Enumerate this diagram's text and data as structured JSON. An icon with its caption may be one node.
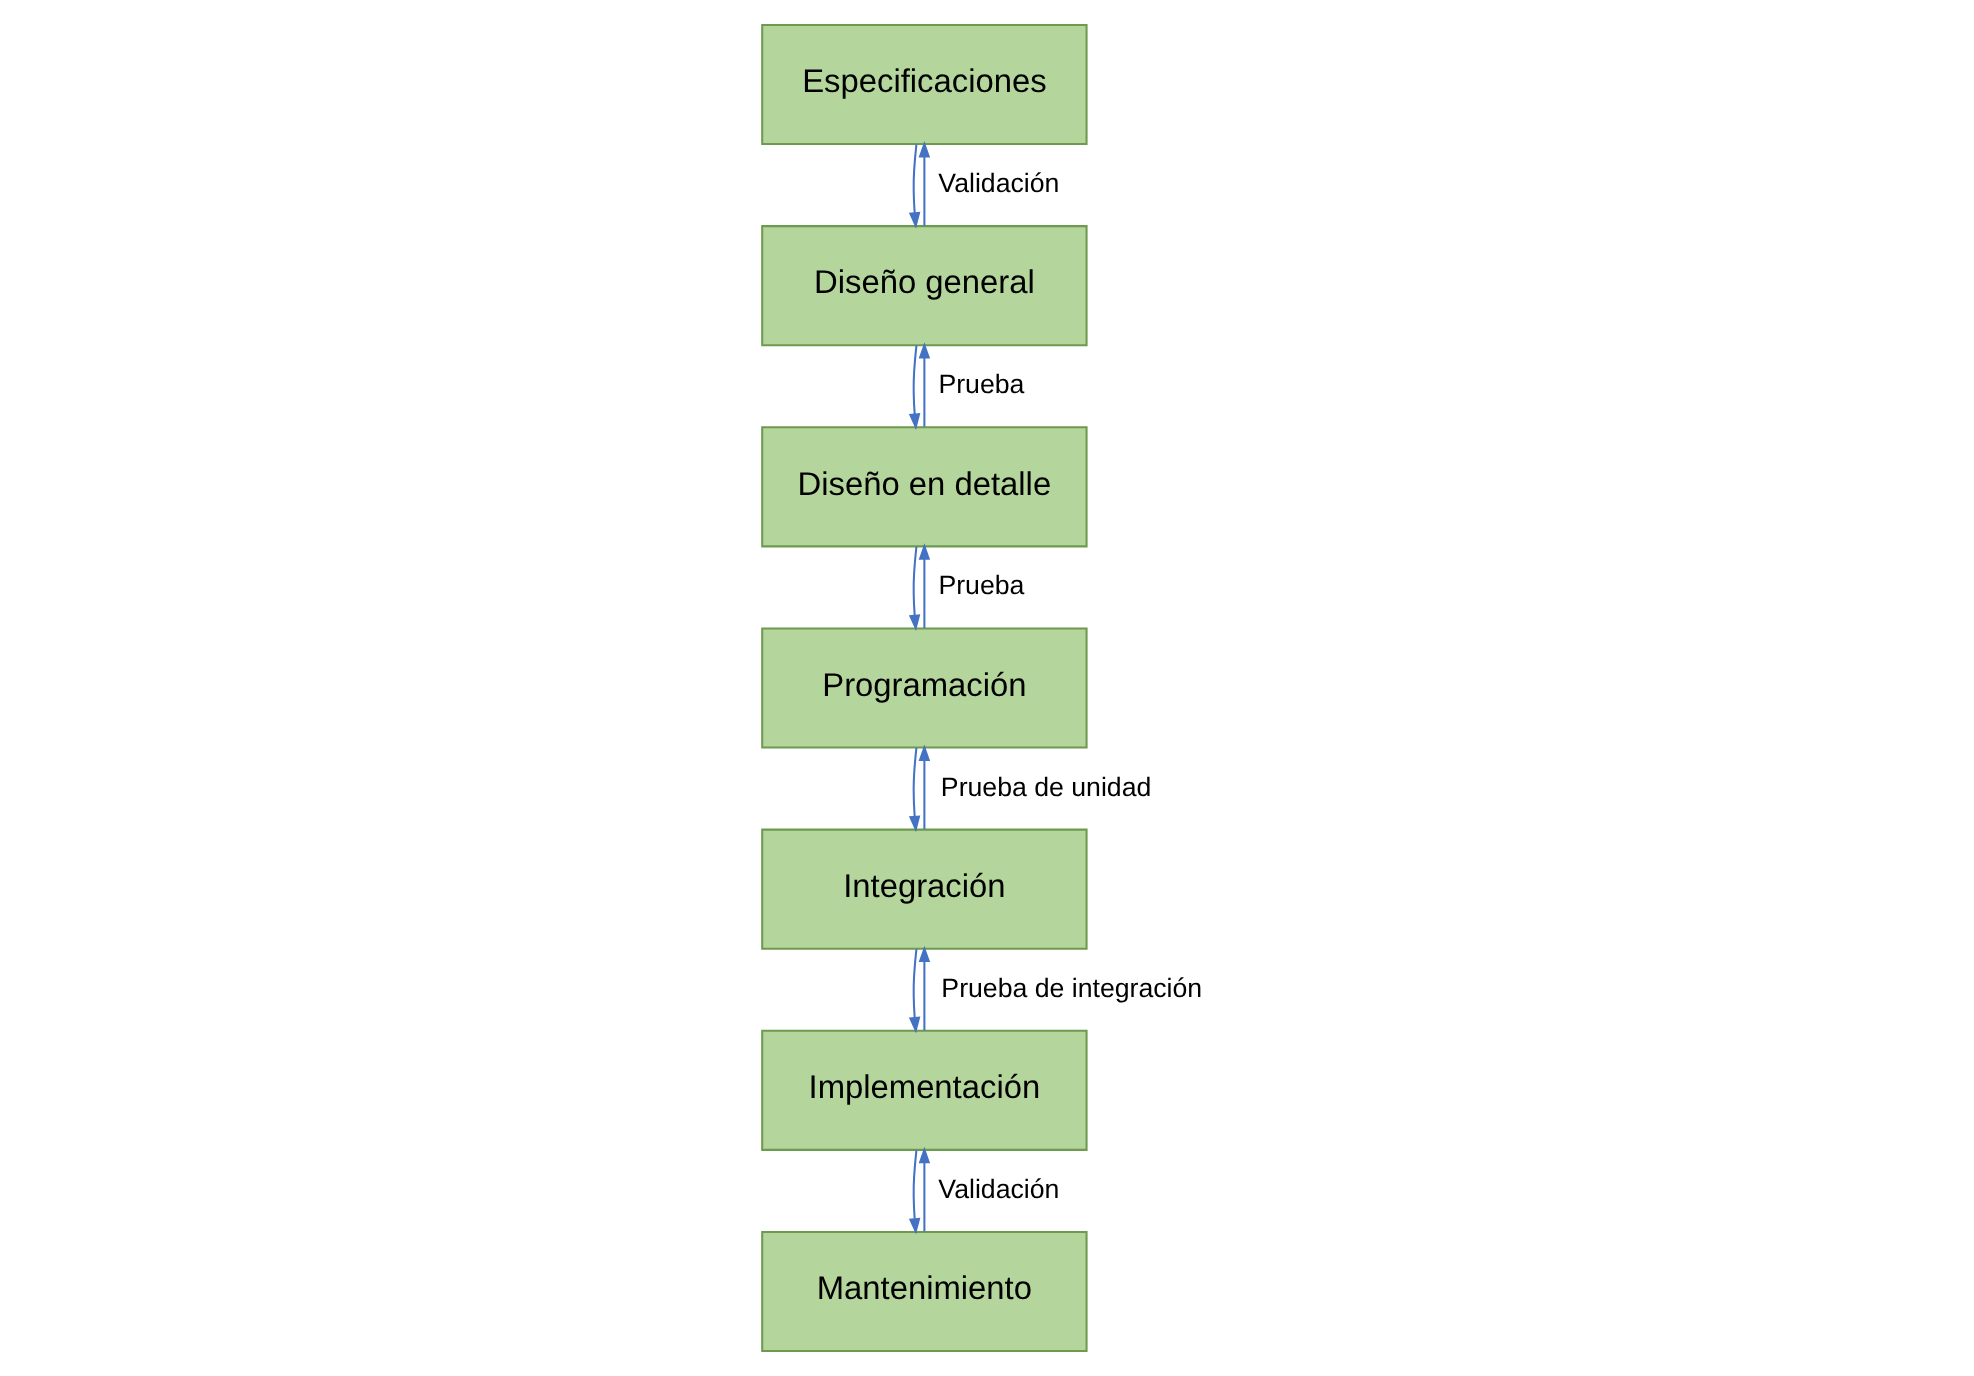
{
  "diagram": {
    "nodes": [
      {
        "text": [
          "Especificaciones"
        ]
      },
      {
        "text": [
          "Diseño general"
        ]
      },
      {
        "text": [
          "Diseño en detalle"
        ]
      },
      {
        "text": [
          "Programación"
        ]
      },
      {
        "text": [
          "Integración"
        ]
      },
      {
        "text": [
          "Implementación"
        ]
      },
      {
        "text": [
          "Mantenimiento"
        ]
      }
    ],
    "edges": [
      {
        "from": 0,
        "to": 1,
        "arrow": "to"
      },
      {
        "from": 1,
        "to": 0,
        "arrow": "to",
        "label": "Validación"
      },
      {
        "from": 1,
        "to": 2,
        "arrow": "to"
      },
      {
        "from": 2,
        "to": 1,
        "arrow": "to",
        "label": "Prueba"
      },
      {
        "from": 2,
        "to": 3,
        "arrow": "to"
      },
      {
        "from": 3,
        "to": 2,
        "arrow": "to",
        "label": "Prueba"
      },
      {
        "from": 3,
        "to": 4,
        "arrow": "to"
      },
      {
        "from": 4,
        "to": 3,
        "arrow": "to",
        "label": "Prueba de unidad"
      },
      {
        "from": 4,
        "to": 5,
        "arrow": "to"
      },
      {
        "from": 5,
        "to": 4,
        "arrow": "to",
        "label": "Prueba de integración"
      },
      {
        "from": 5,
        "to": 6,
        "arrow": "to"
      },
      {
        "from": 6,
        "to": 5,
        "arrow": "to",
        "label": "Validación"
      }
    ]
  }
}
